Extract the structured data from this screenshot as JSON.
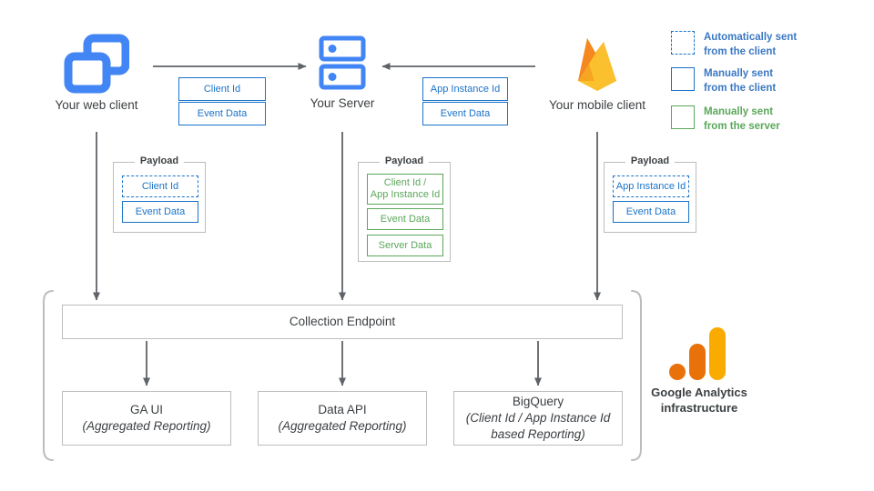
{
  "diagram": {
    "nodes": {
      "web_client": {
        "label": "Your web client",
        "icon": "browser-windows-icon"
      },
      "server": {
        "label": "Your Server",
        "icon": "server-racks-icon"
      },
      "mobile_client": {
        "label": "Your mobile client",
        "icon": "firebase-flame-icon"
      }
    },
    "transfers": {
      "web_to_server": {
        "chips": [
          "Client Id",
          "Event Data"
        ]
      },
      "mobile_to_server": {
        "chips": [
          "App Instance Id",
          "Event Data"
        ]
      }
    },
    "payloads": [
      {
        "title": "Payload",
        "items": [
          {
            "text": "Client Id",
            "style": "dashed-blue"
          },
          {
            "text": "Event Data",
            "style": "solid-blue"
          }
        ]
      },
      {
        "title": "Payload",
        "items": [
          {
            "text": "Client Id /\nApp Instance Id",
            "line1": "Client Id /",
            "line2": "App Instance Id",
            "style": "solid-green"
          },
          {
            "text": "Event Data",
            "style": "solid-green"
          },
          {
            "text": "Server Data",
            "style": "solid-green"
          }
        ]
      },
      {
        "title": "Payload",
        "items": [
          {
            "text": "App Instance Id",
            "style": "dashed-blue"
          },
          {
            "text": "Event Data",
            "style": "solid-blue"
          }
        ]
      }
    ],
    "collection_endpoint": {
      "label": "Collection Endpoint"
    },
    "outputs": [
      {
        "title": "GA UI",
        "subtitle": "(Aggregated Reporting)"
      },
      {
        "title": "Data API",
        "subtitle": "(Aggregated Reporting)"
      },
      {
        "title": "BigQuery",
        "subtitle_line1": "(Client Id / App Instance Id",
        "subtitle_line2": "based Reporting)"
      }
    ],
    "infrastructure": {
      "icon": "google-analytics-logo",
      "caption_line1": "Google Analytics",
      "caption_line2": "infrastructure"
    },
    "legend": [
      {
        "swatch": "dashed-blue",
        "line1": "Automatically sent",
        "line2": "from the client"
      },
      {
        "swatch": "solid-blue",
        "line1": "Manually sent",
        "line2": "from the client"
      },
      {
        "swatch": "solid-green",
        "line1": "Manually sent",
        "line2": "from the server"
      }
    ],
    "colors": {
      "blue": "#1a73c8",
      "legend_blue": "#3b78c3",
      "green": "#5ba75b",
      "icon_blue": "#4285f4",
      "arrow_grey": "#5f6368",
      "box_grey": "#bdbdbd",
      "ga_orange_dark": "#e8710a",
      "ga_orange_light": "#f9ab00"
    }
  }
}
